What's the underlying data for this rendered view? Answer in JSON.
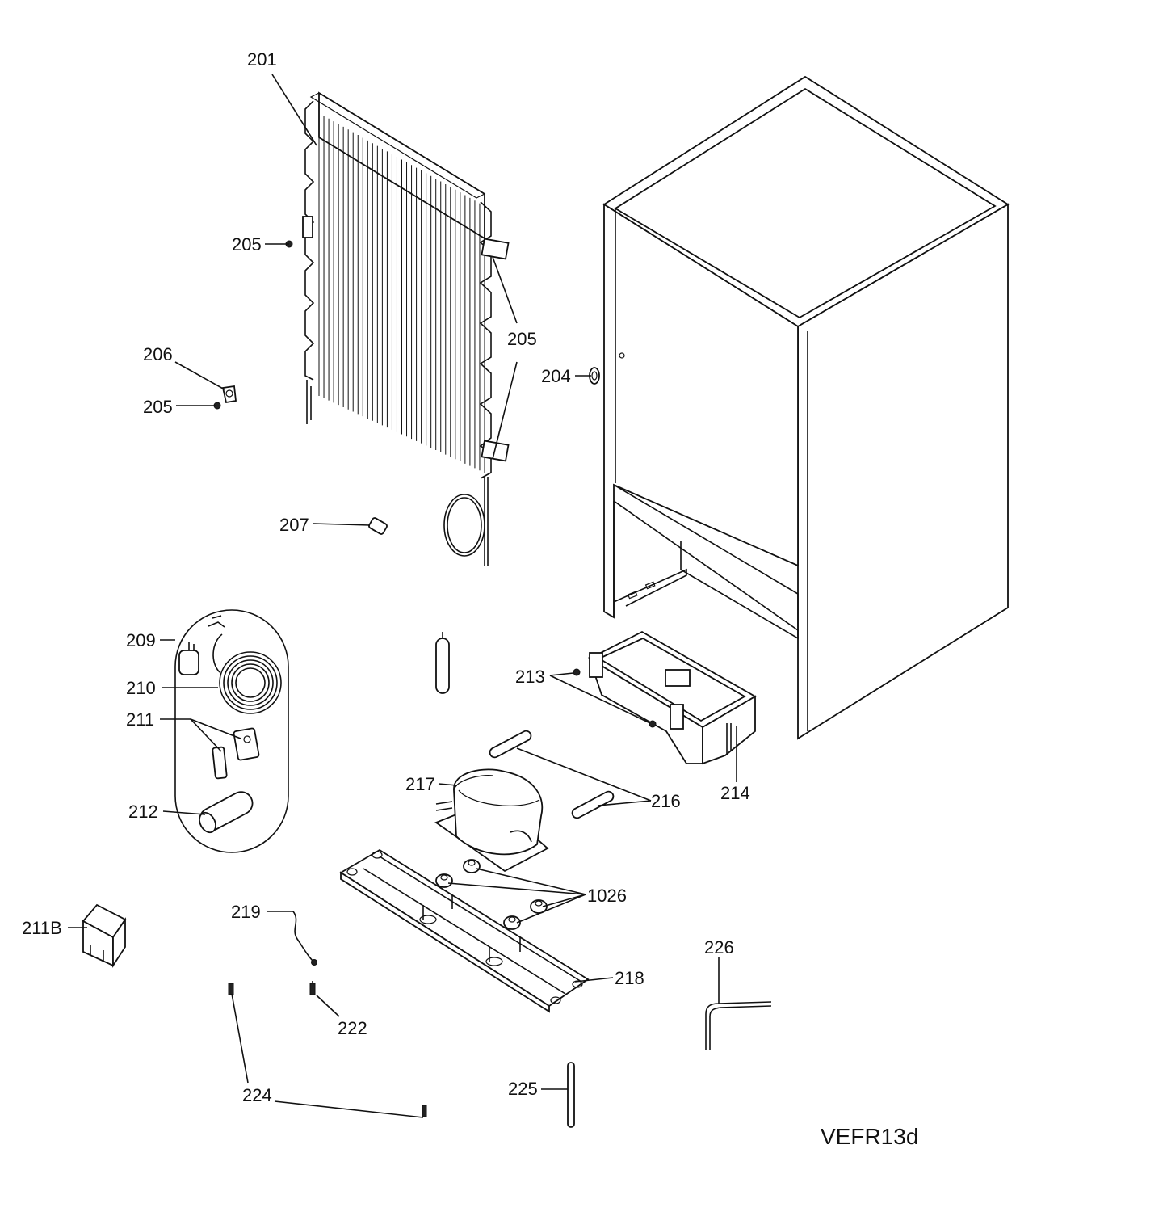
{
  "diagram": {
    "model_code": "VEFR13d",
    "callouts": {
      "c201": "201",
      "c205a": "205",
      "c205b": "205",
      "c205c": "205",
      "c206": "206",
      "c204": "204",
      "c207": "207",
      "c209": "209",
      "c210": "210",
      "c211": "211",
      "c212": "212",
      "c211b": "211B",
      "c213": "213",
      "c214": "214",
      "c216": "216",
      "c217": "217",
      "c1026": "1026",
      "c218": "218",
      "c219": "219",
      "c222": "222",
      "c224": "224",
      "c225": "225",
      "c226": "226"
    }
  }
}
